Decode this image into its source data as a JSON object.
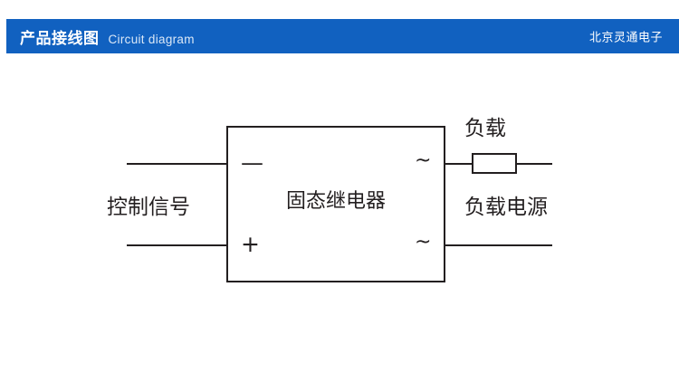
{
  "header": {
    "title_cn": "产品接线图",
    "title_en": "Circuit diagram",
    "brand": "北京灵通电子",
    "bg_color": "#1161c0",
    "accent_color": "#ffffff"
  },
  "diagram": {
    "relay_box_label": "固态继电器",
    "terminals": {
      "input_negative": "—",
      "input_positive": "+",
      "output_top": "~",
      "output_bottom": "~"
    },
    "labels": {
      "control_signal": "控制信号",
      "load": "负载",
      "load_power": "负载电源"
    },
    "line_color": "#231f20"
  }
}
